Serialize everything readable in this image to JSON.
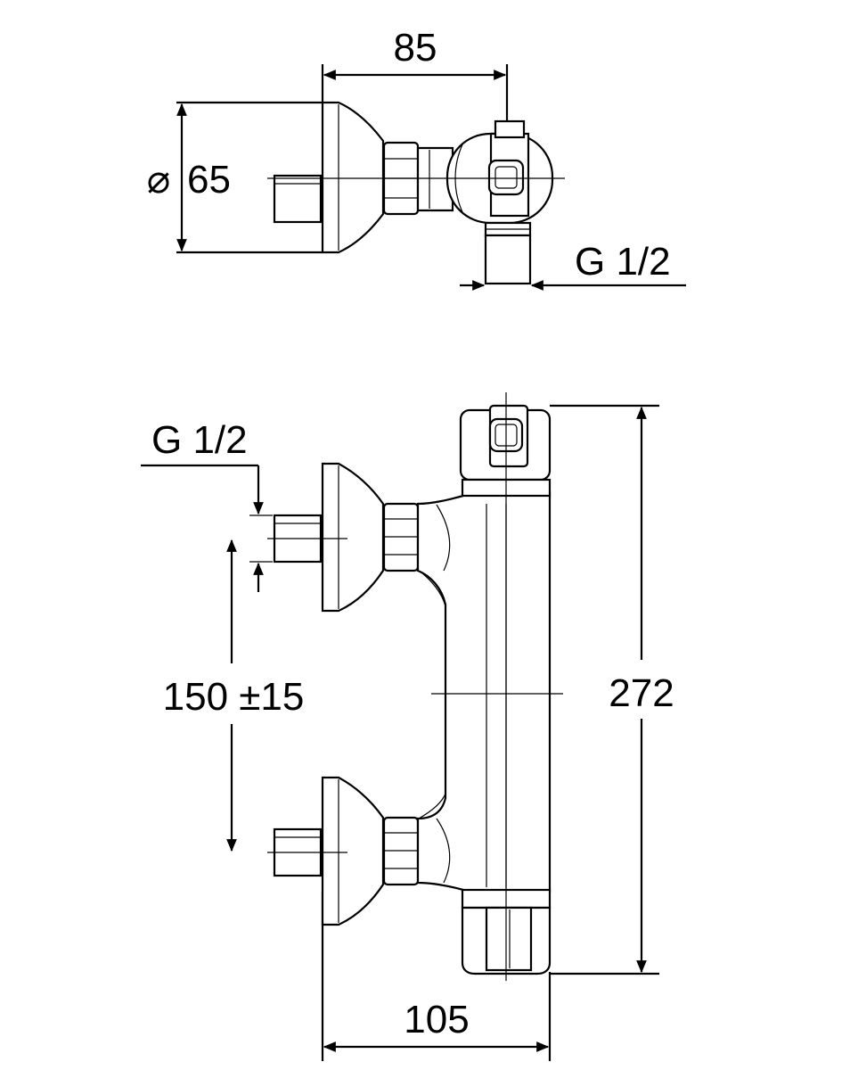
{
  "top_view": {
    "dim_width": "85",
    "dim_diameter": "65",
    "diameter_symbol": "⌀",
    "dim_thread": "G 1/2"
  },
  "front_view": {
    "dim_thread": "G 1/2",
    "dim_spacing": "150 ±15",
    "dim_height": "272",
    "dim_depth": "105"
  }
}
